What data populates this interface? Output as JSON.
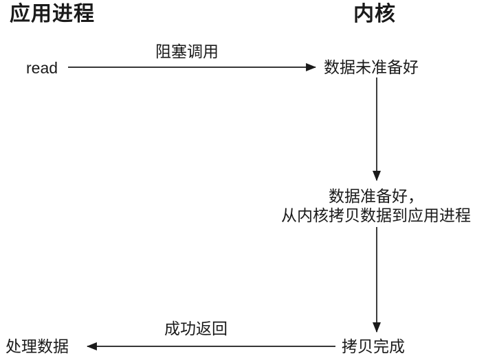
{
  "diagram": {
    "title": "blocking-io-flow",
    "columns": {
      "left_title": "应用进程",
      "right_title": "内核"
    },
    "nodes": {
      "read": "read",
      "data_not_ready": "数据未准备好",
      "data_ready_line1": "数据准备好，",
      "data_ready_line2": "从内核拷贝数据到应用进程",
      "copy_complete": "拷贝完成",
      "process_data": "处理数据"
    },
    "edges": {
      "blocking_call_label": "阻塞调用",
      "success_return_label": "成功返回"
    },
    "colors": {
      "ink": "#1a1a1a",
      "background": "#ffffff"
    }
  }
}
